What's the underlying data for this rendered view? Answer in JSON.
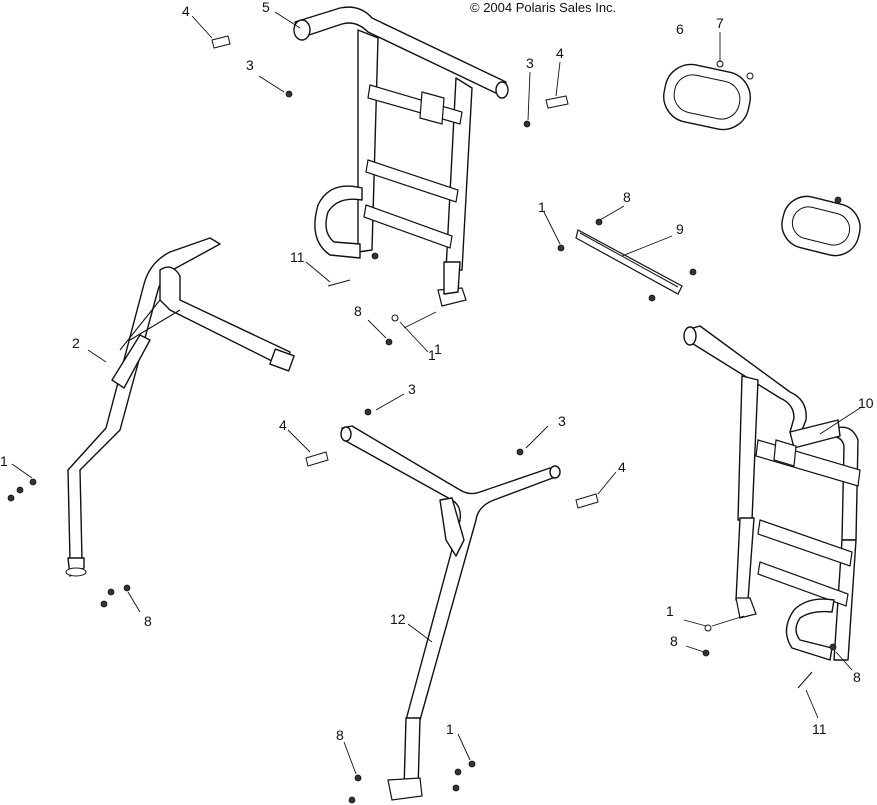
{
  "copyright": "© 2004 Polaris Sales Inc.",
  "callouts": {
    "c1": "1",
    "c2": "1",
    "c3": "1",
    "c4": "1",
    "c5": "1",
    "c6": "1",
    "c7": "2",
    "c8": "3",
    "c9": "3",
    "c10": "3",
    "c11": "3",
    "c12": "4",
    "c13": "4",
    "c14": "4",
    "c15": "4",
    "c16": "5",
    "c17": "6",
    "c18": "7",
    "c19": "8",
    "c20": "8",
    "c21": "8",
    "c22": "8",
    "c23": "8",
    "c24": "8",
    "c25": "9",
    "c26": "10",
    "c27": "11",
    "c28": "11",
    "c29": "12"
  }
}
